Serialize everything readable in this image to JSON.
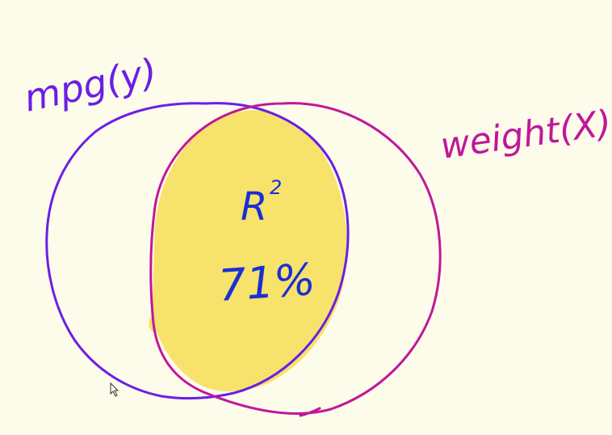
{
  "diagram": {
    "background_color": "#fdfbea",
    "circle_y": {
      "label": "mpg(y)",
      "color": "#6a1fe6"
    },
    "circle_x": {
      "label": "weight(X)",
      "color": "#c0179b"
    },
    "overlap": {
      "fill_color": "#f7e26b",
      "text_color": "#1a2fd6",
      "label_main": "R",
      "label_sup": "2",
      "value": "71%"
    },
    "cursor_icon": "mouse-pointer-icon"
  }
}
